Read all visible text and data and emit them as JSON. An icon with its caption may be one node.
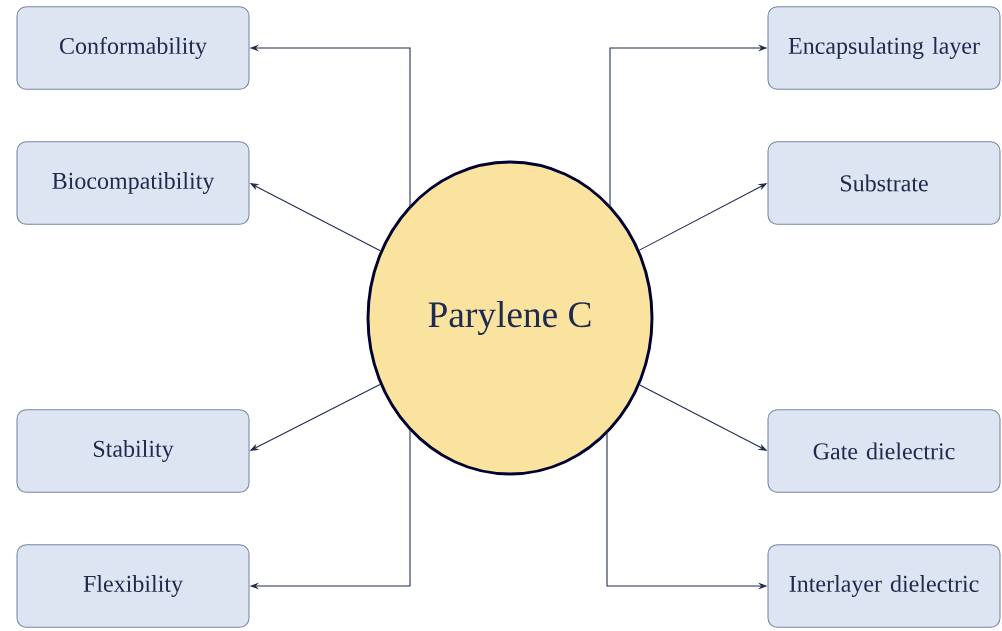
{
  "diagram": {
    "nodes": [
      {
        "text": [
          "Parylene C"
        ]
      },
      {
        "text": [
          "Conformability"
        ]
      },
      {
        "text": [
          "Biocompatibility"
        ]
      },
      {
        "text": [
          "Stability"
        ]
      },
      {
        "text": [
          "Flexibility"
        ]
      },
      {
        "text": [
          "Encapsulating layer"
        ]
      },
      {
        "text": [
          "Substrate"
        ]
      },
      {
        "text": [
          "Gate dielectric"
        ]
      },
      {
        "text": [
          "Interlayer dielectric"
        ]
      }
    ],
    "edges": [
      {
        "from": 0,
        "to": 1,
        "arrow": "to"
      },
      {
        "from": 0,
        "to": 2,
        "arrow": "to"
      },
      {
        "from": 0,
        "to": 3,
        "arrow": "to"
      },
      {
        "from": 0,
        "to": 4,
        "arrow": "to"
      },
      {
        "from": 0,
        "to": 5,
        "arrow": "to"
      },
      {
        "from": 0,
        "to": 6,
        "arrow": "to"
      },
      {
        "from": 0,
        "to": 7,
        "arrow": "to"
      },
      {
        "from": 0,
        "to": 8,
        "arrow": "to"
      }
    ]
  }
}
